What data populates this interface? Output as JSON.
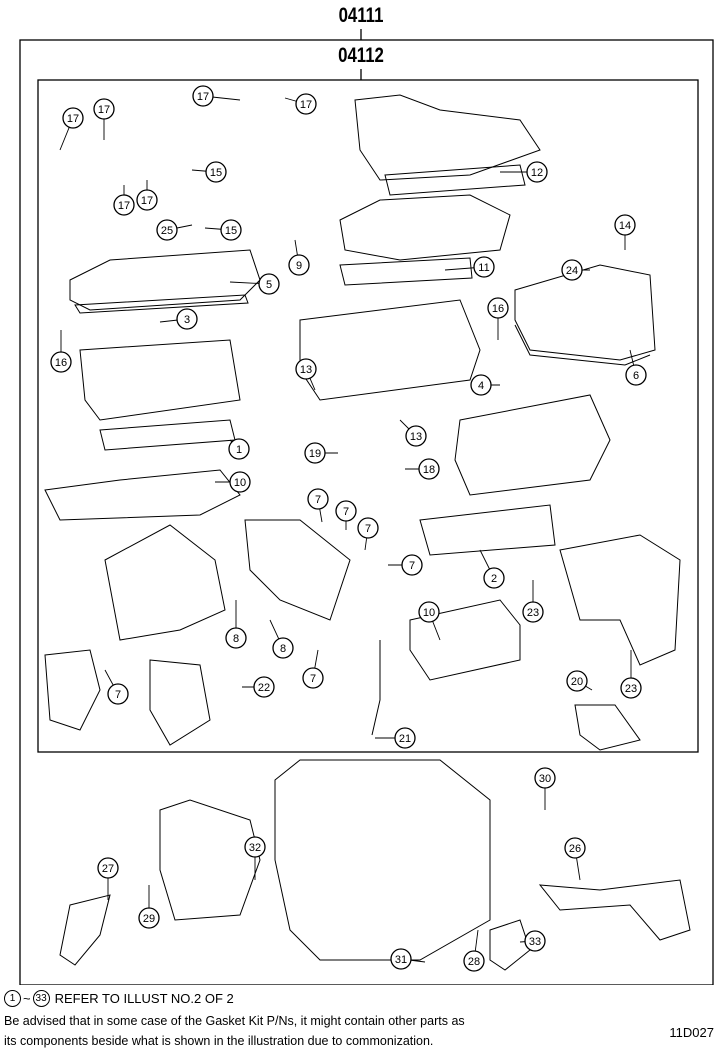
{
  "header": {
    "kit_code_outer": "04111",
    "kit_code_inner": "04112"
  },
  "callouts": [
    "17",
    "17",
    "17",
    "17",
    "15",
    "17",
    "17",
    "25",
    "15",
    "9",
    "12",
    "14",
    "24",
    "11",
    "5",
    "3",
    "16",
    "16",
    "6",
    "13",
    "4",
    "1",
    "13",
    "19",
    "18",
    "10",
    "7",
    "7",
    "7",
    "7",
    "2",
    "23",
    "10",
    "8",
    "8",
    "7",
    "7",
    "22",
    "20",
    "23",
    "21",
    "30",
    "32",
    "26",
    "27",
    "29",
    "28",
    "31",
    "33"
  ],
  "footer": {
    "range_start": "1",
    "range_tilde": "~",
    "range_end": "33",
    "range_text": "REFER TO ILLUST NO.2 OF 2",
    "advice_line1": "Be advised that in some case of the Gasket Kit P/Ns,  it might contain other parts as",
    "advice_line2": "its components beside what is shown in the illustration due to commonization.",
    "illustration_code": "11D027"
  }
}
